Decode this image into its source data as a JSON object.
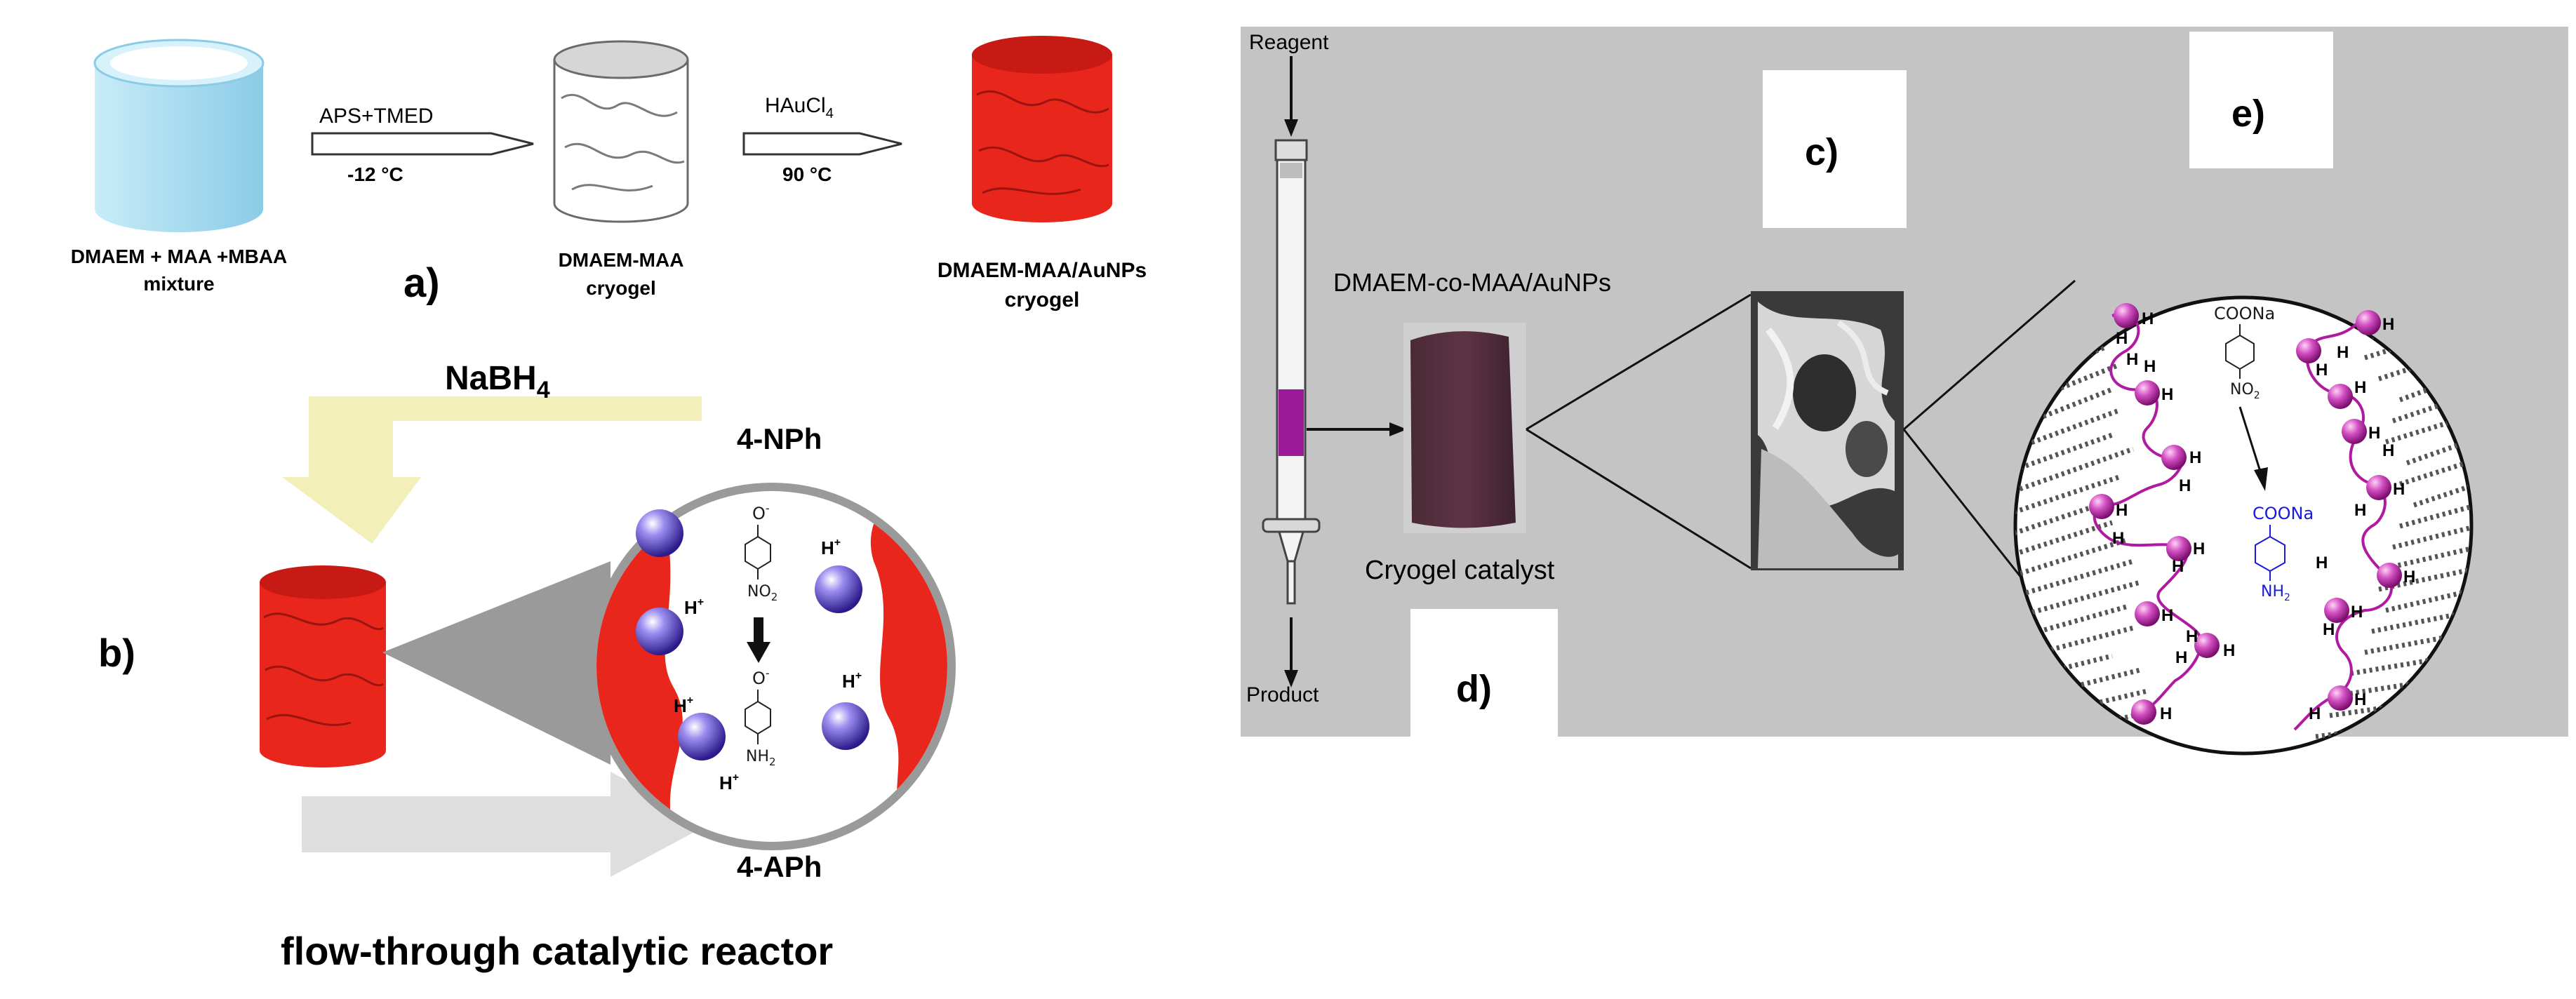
{
  "panel_a": {
    "label": "a)",
    "step1_reagents": "APS+TMED",
    "step1_temp": "-12 °C",
    "step2_reagent": "HAuCl",
    "step2_reagent_sub": "4",
    "step2_temp": "90 °C",
    "cyl1_line1": "DMAEM + MAA +MBAA",
    "cyl1_line2": "mixture",
    "cyl2_line1": "DMAEM-MAA",
    "cyl2_line2": "cryogel",
    "cyl3_line1": "DMAEM-MAA/AuNPs",
    "cyl3_line2": "cryogel"
  },
  "panel_b": {
    "label": "b)",
    "reductant": "NaBH",
    "reductant_sub": "4",
    "reactant": "4-NPh",
    "product": "4-APh",
    "caption": "flow-through catalytic reactor",
    "ion": "H",
    "ion_sup": "+",
    "oxide": "O",
    "oxide_sup": "-",
    "nitro": "NO",
    "nitro_sub": "2",
    "amine": "NH",
    "amine_sub": "2"
  },
  "panel_cde": {
    "label_c": "c)",
    "label_d": "d)",
    "label_e": "e)",
    "reagent": "Reagent",
    "product": "Product",
    "gel_name": "DMAEM-co-MAA/AuNPs",
    "catalyst": "Cryogel catalyst",
    "h": "H",
    "coona": "COONa",
    "no2": "NO",
    "no2_sub": "2",
    "nh2": "NH",
    "nh2_sub": "2"
  },
  "colors": {
    "gel_red": "#e8261c",
    "gel_blue": "#a9dcf0",
    "arrow_yellow": "#f2f0b8",
    "arrow_grey": "#dedede",
    "lens_grey": "#9a9a9a",
    "panel_bg": "#c4c4c4",
    "sphere_purple": "#c43fb4",
    "chain_magenta": "#b01aa0",
    "product_blue": "#1a1ad8",
    "column_band": "#9c1a9a"
  }
}
